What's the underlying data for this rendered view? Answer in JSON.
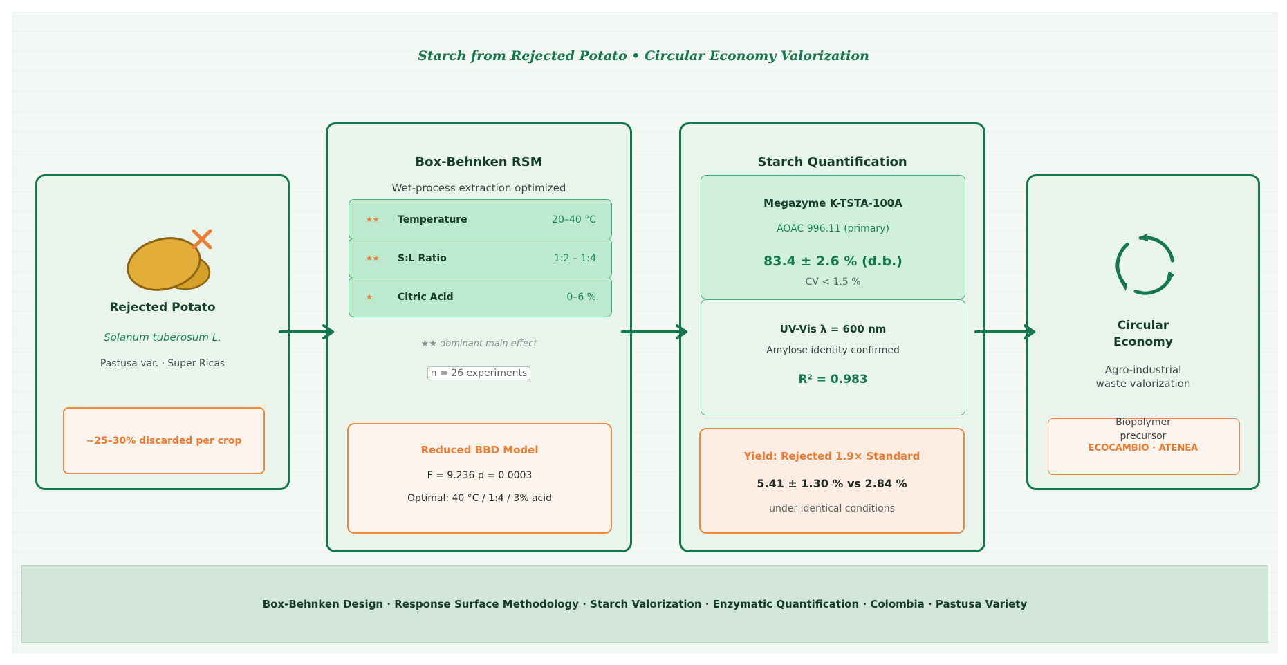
{
  "title": "Starch from Rejected Potato  •  Circular Economy Valorization",
  "potato_card": {
    "title": "Rejected Potato",
    "species": "Solanum tuberosum L.",
    "variety": "Pastusa var. · Super Ricas",
    "discard_note": "~25–30% discarded per crop",
    "icon": "potato-rejected-icon"
  },
  "rsm_card": {
    "title": "Box-Behnken RSM",
    "subtitle": "Wet-process extraction optimized",
    "factors": [
      {
        "stars": "★★",
        "name": "Temperature",
        "range": "20–40 °C"
      },
      {
        "stars": "★★",
        "name": "S:L Ratio",
        "range": "1:2 – 1:4"
      },
      {
        "stars": "★",
        "name": "Citric Acid",
        "range": "0–6 %"
      }
    ],
    "dominant_note": "★★ dominant main effect",
    "experiments": "n = 26 experiments",
    "model": {
      "title": "Reduced BBD Model",
      "stats": "F = 9.236   p = 0.0003",
      "optimal": "Optimal: 40 °C / 1:4 / 3% acid"
    }
  },
  "quant_card": {
    "title": "Starch Quantification",
    "kit": {
      "name": "Megazyme K-TSTA-100A",
      "method": "AOAC 996.11  (primary)",
      "result": "83.4 ± 2.6 % (d.b.)",
      "cv": "CV < 1.5 %"
    },
    "uv": {
      "title": "UV-Vis  λ = 600 nm",
      "amylose": "Amylose identity confirmed",
      "r2": "R² = 0.983"
    },
    "yield": {
      "title": "Yield: Rejected  1.9×  Standard",
      "values": "5.41 ± 1.30 %  vs  2.84 %",
      "note": "under identical conditions"
    }
  },
  "circular_card": {
    "title_line1": "Circular",
    "title_line2": "Economy",
    "sub_line1": "Agro-industrial",
    "sub_line2": "waste valorization",
    "biopolymer_line1": "Biopolymer",
    "biopolymer_line2": "precursor",
    "brand": "ECOCAMBIO · ATENEA",
    "icon": "recycle-cycle-icon"
  },
  "footer": "Box-Behnken Design  ·  Response Surface Methodology  ·  Starch Valorization  ·  Enzymatic Quantification  ·  Colombia · Pastusa Variety",
  "colors": {
    "primary_green": "#13784b",
    "accent_orange": "#f07a2e",
    "card_bg": "#e9f5ec"
  }
}
